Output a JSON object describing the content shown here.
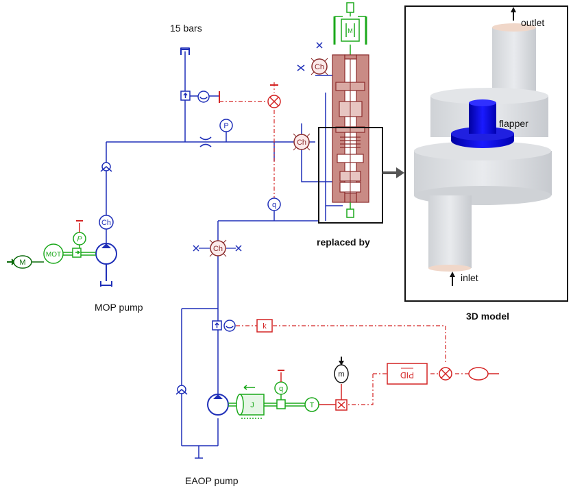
{
  "labels": {
    "pressure": "15 bars",
    "mop_pump": "MOP pump",
    "eaop_pump": "EAOP pump",
    "replaced_by": "replaced by",
    "model_3d": "3D model",
    "outlet": "outlet",
    "inlet": "inlet",
    "flapper": "flapper"
  },
  "symbols": {
    "chamber": "Ch",
    "motor": "M",
    "mot": "MOT",
    "p_sensor": "P",
    "gain": "k",
    "inertia": "J",
    "torque": "T",
    "pid": "PID",
    "m": "m",
    "q": "q"
  },
  "colors": {
    "hydraulic": "#1f2fb8",
    "signal": "#d42424",
    "mechanical": "#1aa81a",
    "valve_body": "#c98b85",
    "valve_edge": "#8a2a2a",
    "flapper": "#1a1ad6",
    "frame": "#111111"
  }
}
